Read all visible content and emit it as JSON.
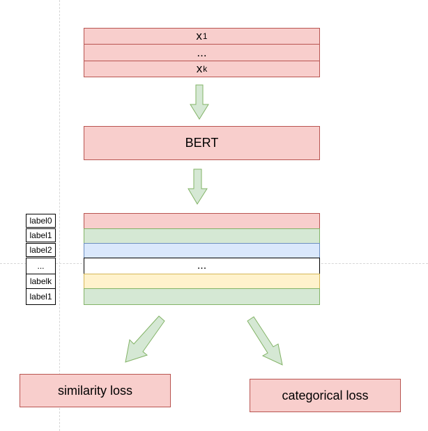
{
  "input": {
    "rows": [
      {
        "base": "x",
        "sub": "1"
      },
      {
        "text": "..."
      },
      {
        "base": "x",
        "sub": "k"
      }
    ]
  },
  "model": {
    "label": "BERT"
  },
  "output": {
    "middle_text": "..."
  },
  "labels": [
    "label0",
    "label1",
    "label2",
    "...",
    "labelk",
    "label1"
  ],
  "losses": {
    "similarity": "similarity loss",
    "categorical": "categorical loss"
  },
  "colors": {
    "pink_fill": "#f8cecc",
    "pink_stroke": "#b85450",
    "green_fill": "#d5e8d4",
    "green_stroke": "#82b366",
    "blue_fill": "#dae8fc",
    "yellow_fill": "#fff2cc"
  }
}
